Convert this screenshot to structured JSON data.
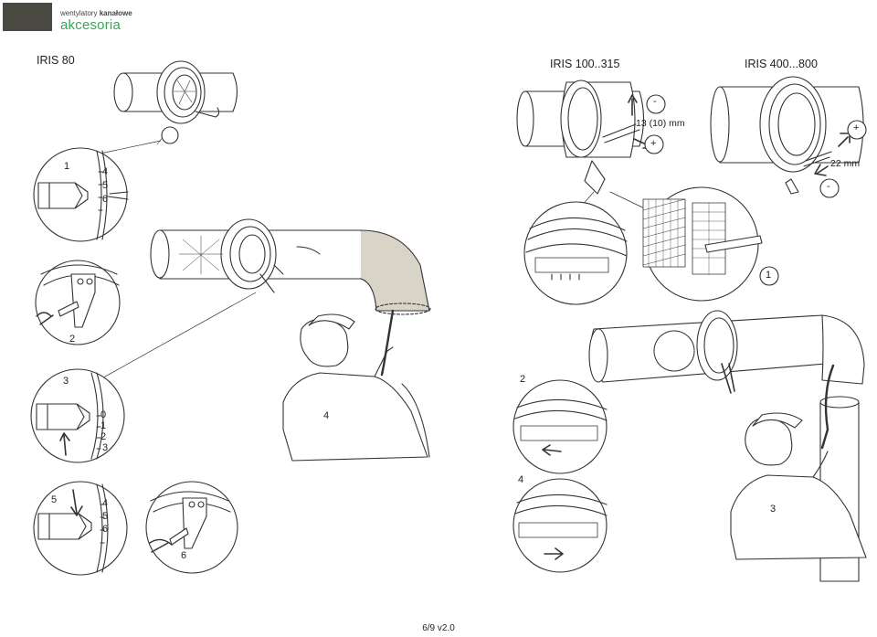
{
  "brand": {
    "line1_a": "wentylatory ",
    "line1_b": "kanałowe",
    "line2": "akcesoria"
  },
  "titles": {
    "iris80": "IRIS  80",
    "iris100": "IRIS  100..315",
    "iris400": "IRIS  400...800"
  },
  "measures": {
    "m1": "13 (10) mm",
    "m2": "22 mm"
  },
  "signs": {
    "minus": "-",
    "plus": "+"
  },
  "steps": {
    "s1": "1",
    "s2": "2",
    "s3": "3",
    "s4": "4",
    "s5": "5",
    "s6": "6"
  },
  "scale": {
    "a": [
      "4",
      "5",
      "6"
    ],
    "b": [
      "0",
      "1",
      "2",
      "3"
    ]
  },
  "footer": "6/9 v2.0"
}
